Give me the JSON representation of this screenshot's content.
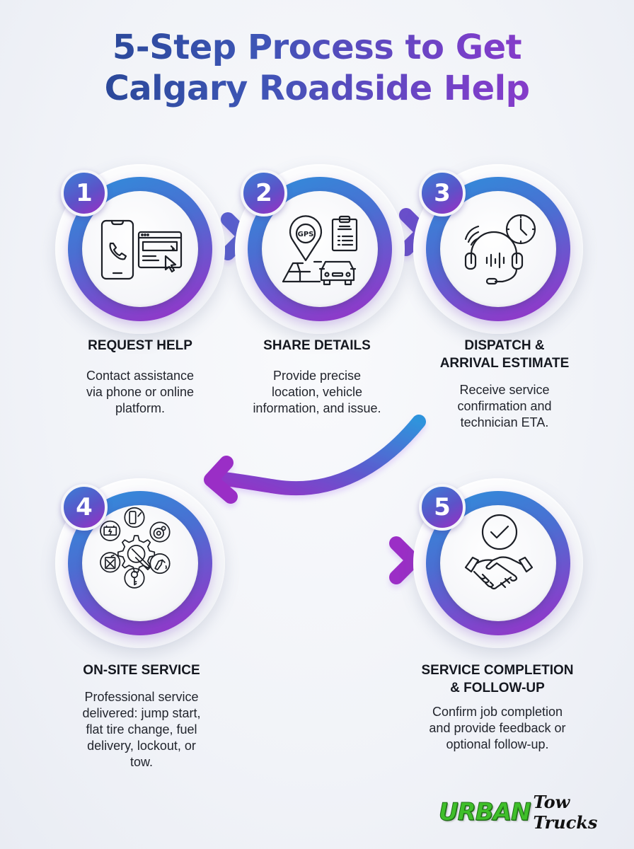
{
  "title": {
    "line1": "5-Step Process to Get",
    "line2": "Calgary Roadside Help"
  },
  "colors": {
    "gradient_start": "#2f8fdb",
    "gradient_mid": "#5d52c8",
    "gradient_end": "#9b2fc6",
    "title_start": "#1e3f86",
    "title_end": "#9a35c8",
    "logo_green": "#3fbf2a"
  },
  "steps": [
    {
      "number": "1",
      "title_line1": "REQUEST HELP",
      "title_line2": "",
      "description_lines": [
        "Contact assistance",
        "via phone or online",
        "platform."
      ],
      "icon": "phone-and-web-form-icon"
    },
    {
      "number": "2",
      "title_line1": "SHARE DETAILS",
      "title_line2": "",
      "description_lines": [
        "Provide precise",
        "location, vehicle",
        "information, and issue."
      ],
      "icon": "gps-map-car-clipboard-icon",
      "icon_text": "GPS"
    },
    {
      "number": "3",
      "title_line1": "DISPATCH &",
      "title_line2": "ARRIVAL ESTIMATE",
      "description_lines": [
        "Receive service",
        "confirmation and",
        "technician ETA."
      ],
      "icon": "headset-clock-icon"
    },
    {
      "number": "4",
      "title_line1": "ON-SITE SERVICE",
      "title_line2": "",
      "description_lines": [
        "Professional service",
        "delivered: jump start,",
        "flat tire change, fuel",
        "delivery, lockout, or",
        "tow."
      ],
      "icon": "gear-wrench-services-icon",
      "service_icons": [
        "battery-icon",
        "tire-tread-icon",
        "wheel-icon",
        "fuel-nozzle-icon",
        "key-icon",
        "jerry-can-icon"
      ]
    },
    {
      "number": "5",
      "title_line1": "SERVICE COMPLETION",
      "title_line2": "& FOLLOW-UP",
      "description_lines": [
        "Confirm job completion",
        "and provide feedback or",
        "optional follow-up."
      ],
      "icon": "check-handshake-icon"
    }
  ],
  "logo": {
    "part1": "URBAN",
    "part2": "Tow Trucks"
  }
}
